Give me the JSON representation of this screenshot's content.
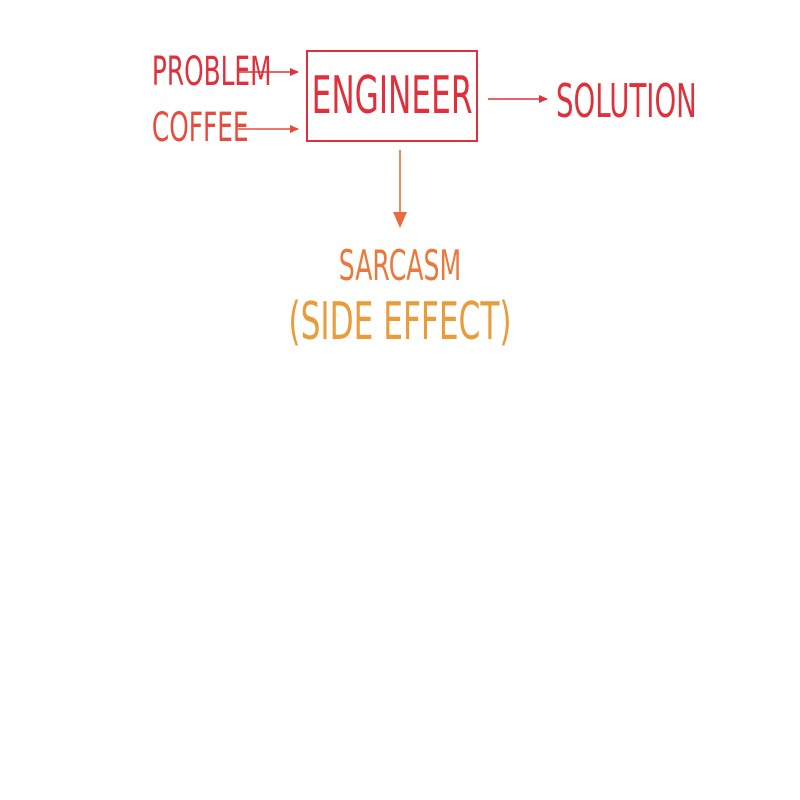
{
  "diagram": {
    "inputs": [
      {
        "label": "PROBLEM"
      },
      {
        "label": "COFFEE"
      }
    ],
    "process": {
      "label": "ENGINEER"
    },
    "output": {
      "label": "SOLUTION"
    },
    "side_output": {
      "label": "SARCASM",
      "note": "(SIDE EFFECT)"
    }
  },
  "colors": {
    "red": "#e0303c",
    "red_orange": "#e84b3c",
    "orange": "#ea7a3c",
    "amber": "#e89c3a"
  }
}
